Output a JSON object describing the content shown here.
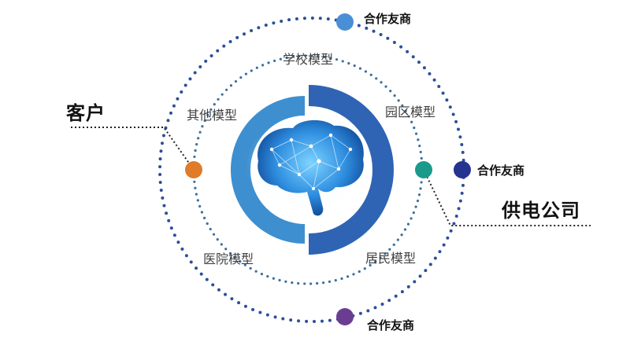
{
  "nodes": {
    "customer": "客户",
    "power_company": "供电公司",
    "partner_top": "合作友商",
    "partner_right": "合作友商",
    "partner_bottom": "合作友商",
    "model_school": "学校模型",
    "model_other": "其他模型",
    "model_park": "园区模型",
    "model_hospital": "医院模型",
    "model_residential": "居民模型"
  },
  "center": {
    "icon": "brain-icon"
  },
  "colors": {
    "ring_left": "#3d8fd0",
    "ring_right": "#2f64b4",
    "orbit_dots": "#2b4f9a",
    "inner_dots": "#3c6f9c",
    "node_customer": "#e07b2a",
    "node_power": "#1b9a8c",
    "node_partner_top": "#4a8fd6",
    "node_partner_right": "#24348f",
    "node_partner_bottom": "#6a3d93"
  }
}
